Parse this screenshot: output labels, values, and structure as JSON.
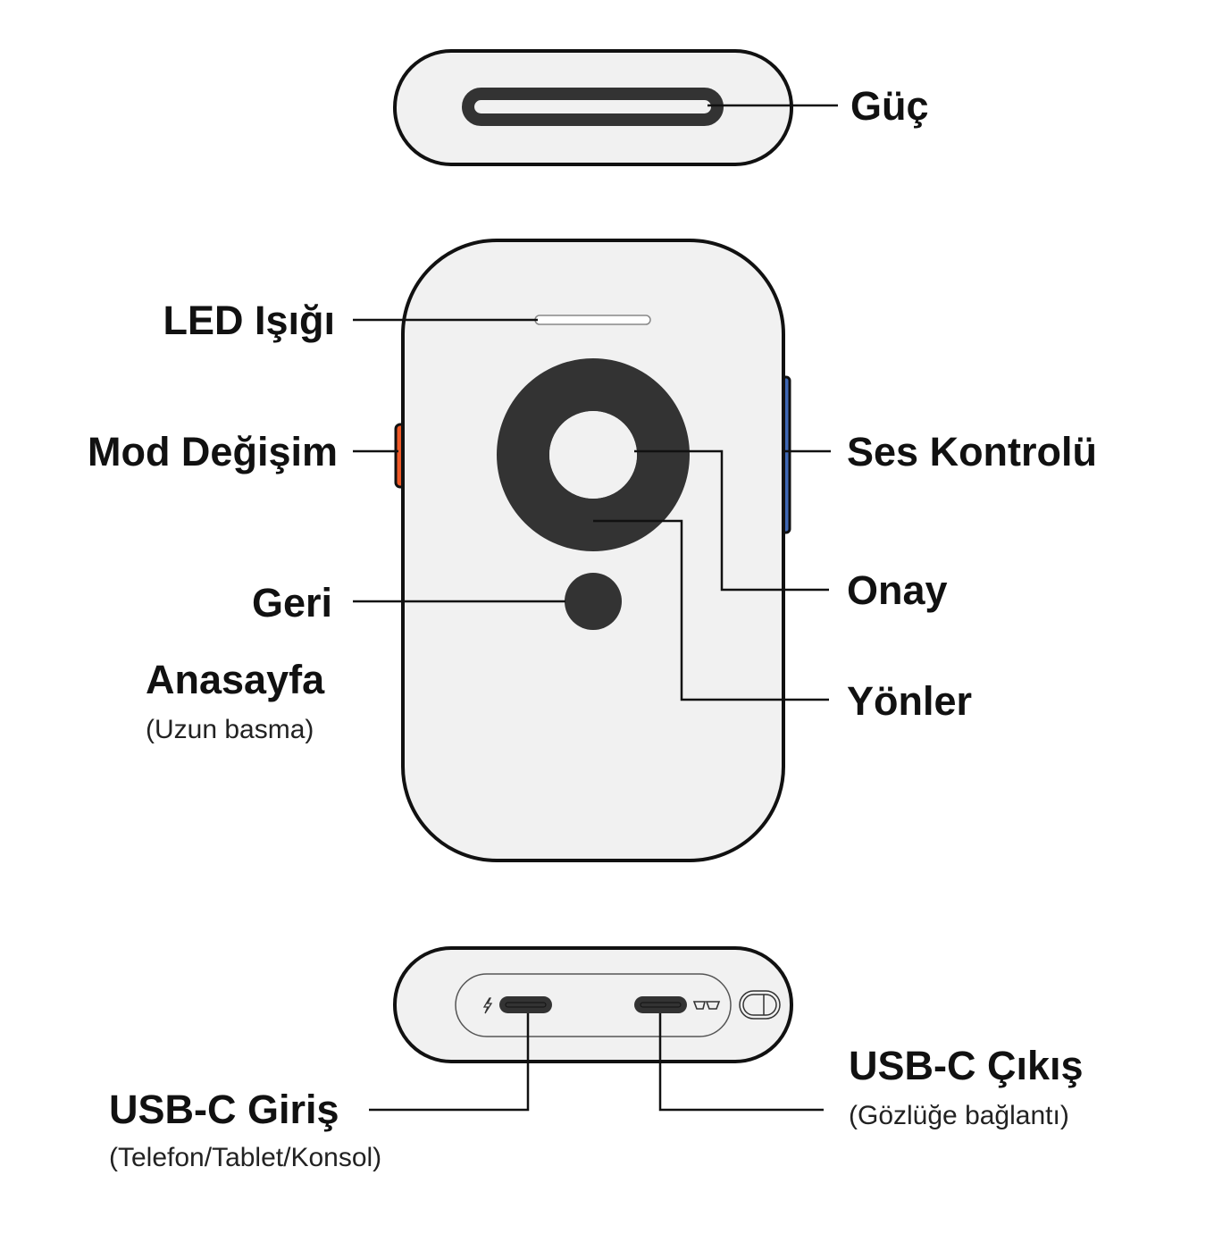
{
  "labels": {
    "power": "Güç",
    "led": "LED Işığı",
    "mode": "Mod Değişim",
    "volume": "Ses Kontrolü",
    "confirm": "Onay",
    "directions": "Yönler",
    "back": "Geri",
    "home": "Anasayfa",
    "home_note": "(Uzun basma)",
    "usb_in": "USB-C Giriş",
    "usb_in_note": "(Telefon/Tablet/Konsol)",
    "usb_out": "USB-C Çıkış",
    "usb_out_note": "(Gözlüğe bağlantı)"
  },
  "colors": {
    "body": "#f1f1f1",
    "dark": "#333333",
    "mode_button": "#f05a28",
    "volume_button": "#3f68b5"
  },
  "icons": [
    "lightning-icon",
    "glasses-icon",
    "switch-icon"
  ]
}
